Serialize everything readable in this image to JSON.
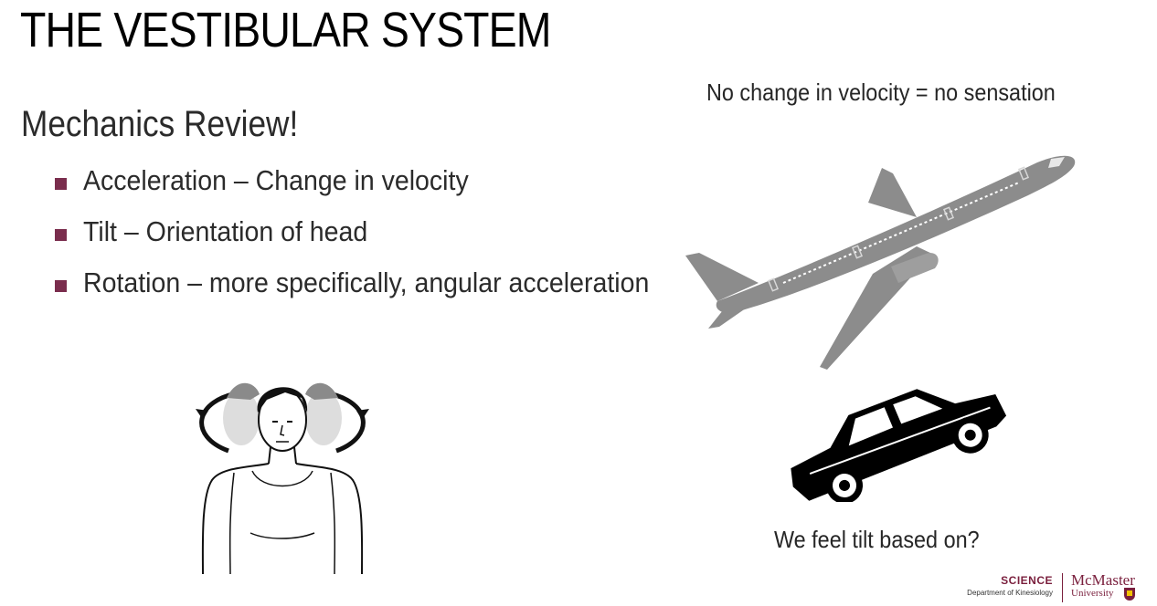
{
  "slide": {
    "title": "THE VESTIBULAR SYSTEM",
    "subtitle": "Mechanics Review!",
    "bullets": [
      "Acceleration – Change in velocity",
      "Tilt – Orientation of head",
      "Rotation – more specifically, angular acceleration"
    ],
    "note_top": "No change in velocity = no sensation",
    "note_bottom": "We feel tilt based on?"
  },
  "logo": {
    "faculty": "SCIENCE",
    "department": "Department of Kinesiology",
    "university_line1": "McMaster",
    "university_line2": "University"
  },
  "colors": {
    "bullet_marker": "#7a2d4d",
    "brand": "#7a1f3d",
    "plane": "#8c8c8c",
    "car": "#000000"
  },
  "icons": {
    "airplane": "airplane-illustration",
    "car": "tilted-car-illustration",
    "person": "rotating-head-person-illustration"
  }
}
